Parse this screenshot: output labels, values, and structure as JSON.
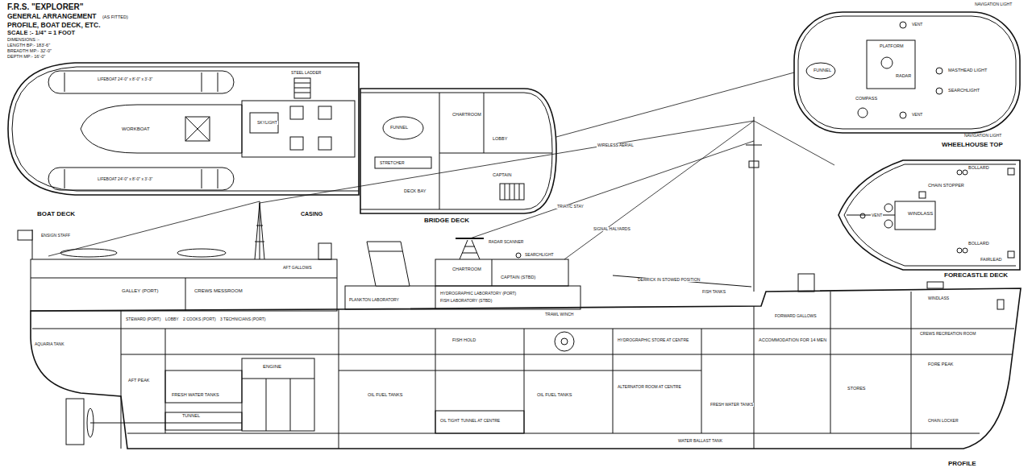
{
  "diagram": {
    "title": "F.R.S. \"EXPLORER\"",
    "nodes": [
      {
        "text": [
          "BOAT DECK"
        ]
      },
      {
        "text": [
          "BRIDGE DECK"
        ]
      },
      {
        "text": [
          "WHEELHOUSE TOP"
        ]
      },
      {
        "text": [
          "FORECASTLE DECK"
        ]
      },
      {
        "text": [
          "PROFILE"
        ]
      }
    ],
    "labels": [
      "GENERAL ARRANGEMENT",
      "(AS FITTED)",
      "PROFILE, BOAT DECK, ETC.",
      "SCALE :- 1/4\" = 1 FOOT",
      "DIMENSIONS :-",
      "LENGTH BP:- 183'-6\"",
      "BREADTH MP:- 32'-0\"",
      "DEPTH MP:- 16'-0\"",
      "LIFEBOAT 24'-0\" x 8'-0\" x 3'-3\"",
      "WORKBOAT",
      "LIFEBOAT 24'-0\" x 8'-0\" x 3'-3\"",
      "SKYLIGHT",
      "STEEL LADDER",
      "CASING",
      "FUNNEL",
      "CHARTROOM",
      "LOBBY",
      "CAPTAIN",
      "STRETCHER",
      "DECK BAY",
      "NAVIGATION LIGHT",
      "NAVIGATION LIGHT",
      "VENT",
      "PLATFORM",
      "RADAR",
      "COMPASS",
      "MASTHEAD LIGHT",
      "SEARCHLIGHT",
      "FUNNEL",
      "VENT",
      "BOLLARD",
      "CHAIN STOPPER",
      "WINDLASS",
      "VENT",
      "FAIRLEAD",
      "BOLLARD",
      "ENSIGN STAFF",
      "AQUARIA TANK",
      "AFT PEAK",
      "FRESH WATER TANKS",
      "TUNNEL",
      "ENGINE",
      "STEWARD (PORT)",
      "LOBBY",
      "2 COOKS (PORT)",
      "3 TECHNICIANS (PORT)",
      "GALLEY (PORT)",
      "CREWS MESSROOM",
      "AFT GALLOWS",
      "PLANKTON LABORATORY",
      "CHARTROOM",
      "CAPTAIN (STBD)",
      "HYDROGRAPHIC LABORATORY (PORT)",
      "FISH LABORATORY (STBD)",
      "RADAR SCANNER",
      "SEARCHLIGHT",
      "TRAWL WINCH",
      "FISH HOLD",
      "HYDROGRAPHIC STORE AT CENTRE",
      "OIL FUEL TANKS",
      "OIL FUEL TANKS",
      "OIL TIGHT TUNNEL AT CENTRE",
      "ALTERNATOR ROOM AT CENTRE",
      "FRESH WATER TANKS",
      "WATER BALLAST TANK",
      "ACCOMMODATION FOR 14 MEN",
      "FORWARD GALLOWS",
      "WINDLASS",
      "STORES",
      "CREWS RECREATION ROOM",
      "FORE PEAK",
      "CHAIN LOCKER",
      "DERRICK IN STOWED POSITION",
      "FISH TANKS",
      "TRIATIC STAY",
      "WIRELESS AERIAL",
      "SIGNAL HALYARDS"
    ]
  }
}
